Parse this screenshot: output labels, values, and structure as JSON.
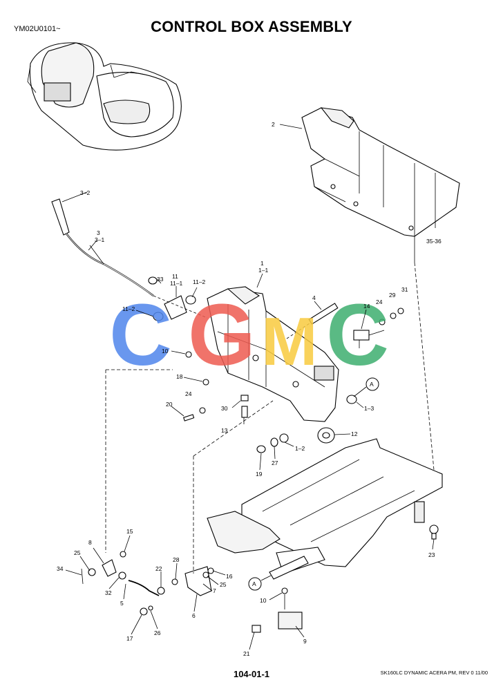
{
  "header": {
    "code": "YM02U0101~",
    "title": "CONTROL BOX ASSEMBLY"
  },
  "footer": {
    "page_number": "104-01-1",
    "info": "SK160LC DYNAMIC ACERA PM,  REV 0 11/00"
  },
  "watermark": {
    "letters": [
      "C",
      "G",
      "M",
      "C"
    ],
    "colors": [
      "#4F86EC",
      "#EE5B51",
      "#F9CB3F",
      "#3EAE6F"
    ]
  },
  "callouts": {
    "c2": "2",
    "c32a": "3–2",
    "c3": "3",
    "c31": "3–1",
    "c33": "33",
    "c11": "11",
    "c111": "11–1",
    "c112a": "11–2",
    "c112b": "11–2",
    "c1": "1",
    "c11b": "1–1",
    "c4": "4",
    "c14": "14",
    "c24a": "24",
    "c29": "29",
    "c31b": "31",
    "c3536": "35-36",
    "c10a": "10",
    "c18": "18",
    "c24b": "24",
    "c20": "20",
    "c30": "30",
    "c13": "13",
    "cA1": "A",
    "c13b": "1–3",
    "c12": "12",
    "c19": "19",
    "c27": "27",
    "c12b": "1–2",
    "c23": "23",
    "c8": "8",
    "c15": "15",
    "c25a": "25",
    "c34": "34",
    "c32": "32",
    "c5": "5",
    "c22": "22",
    "c28": "28",
    "c16": "16",
    "c25b": "25",
    "c7": "7",
    "c6": "6",
    "cA2": "A",
    "c10b": "10",
    "c17": "17",
    "c26": "26",
    "c9": "9",
    "c21": "21"
  }
}
